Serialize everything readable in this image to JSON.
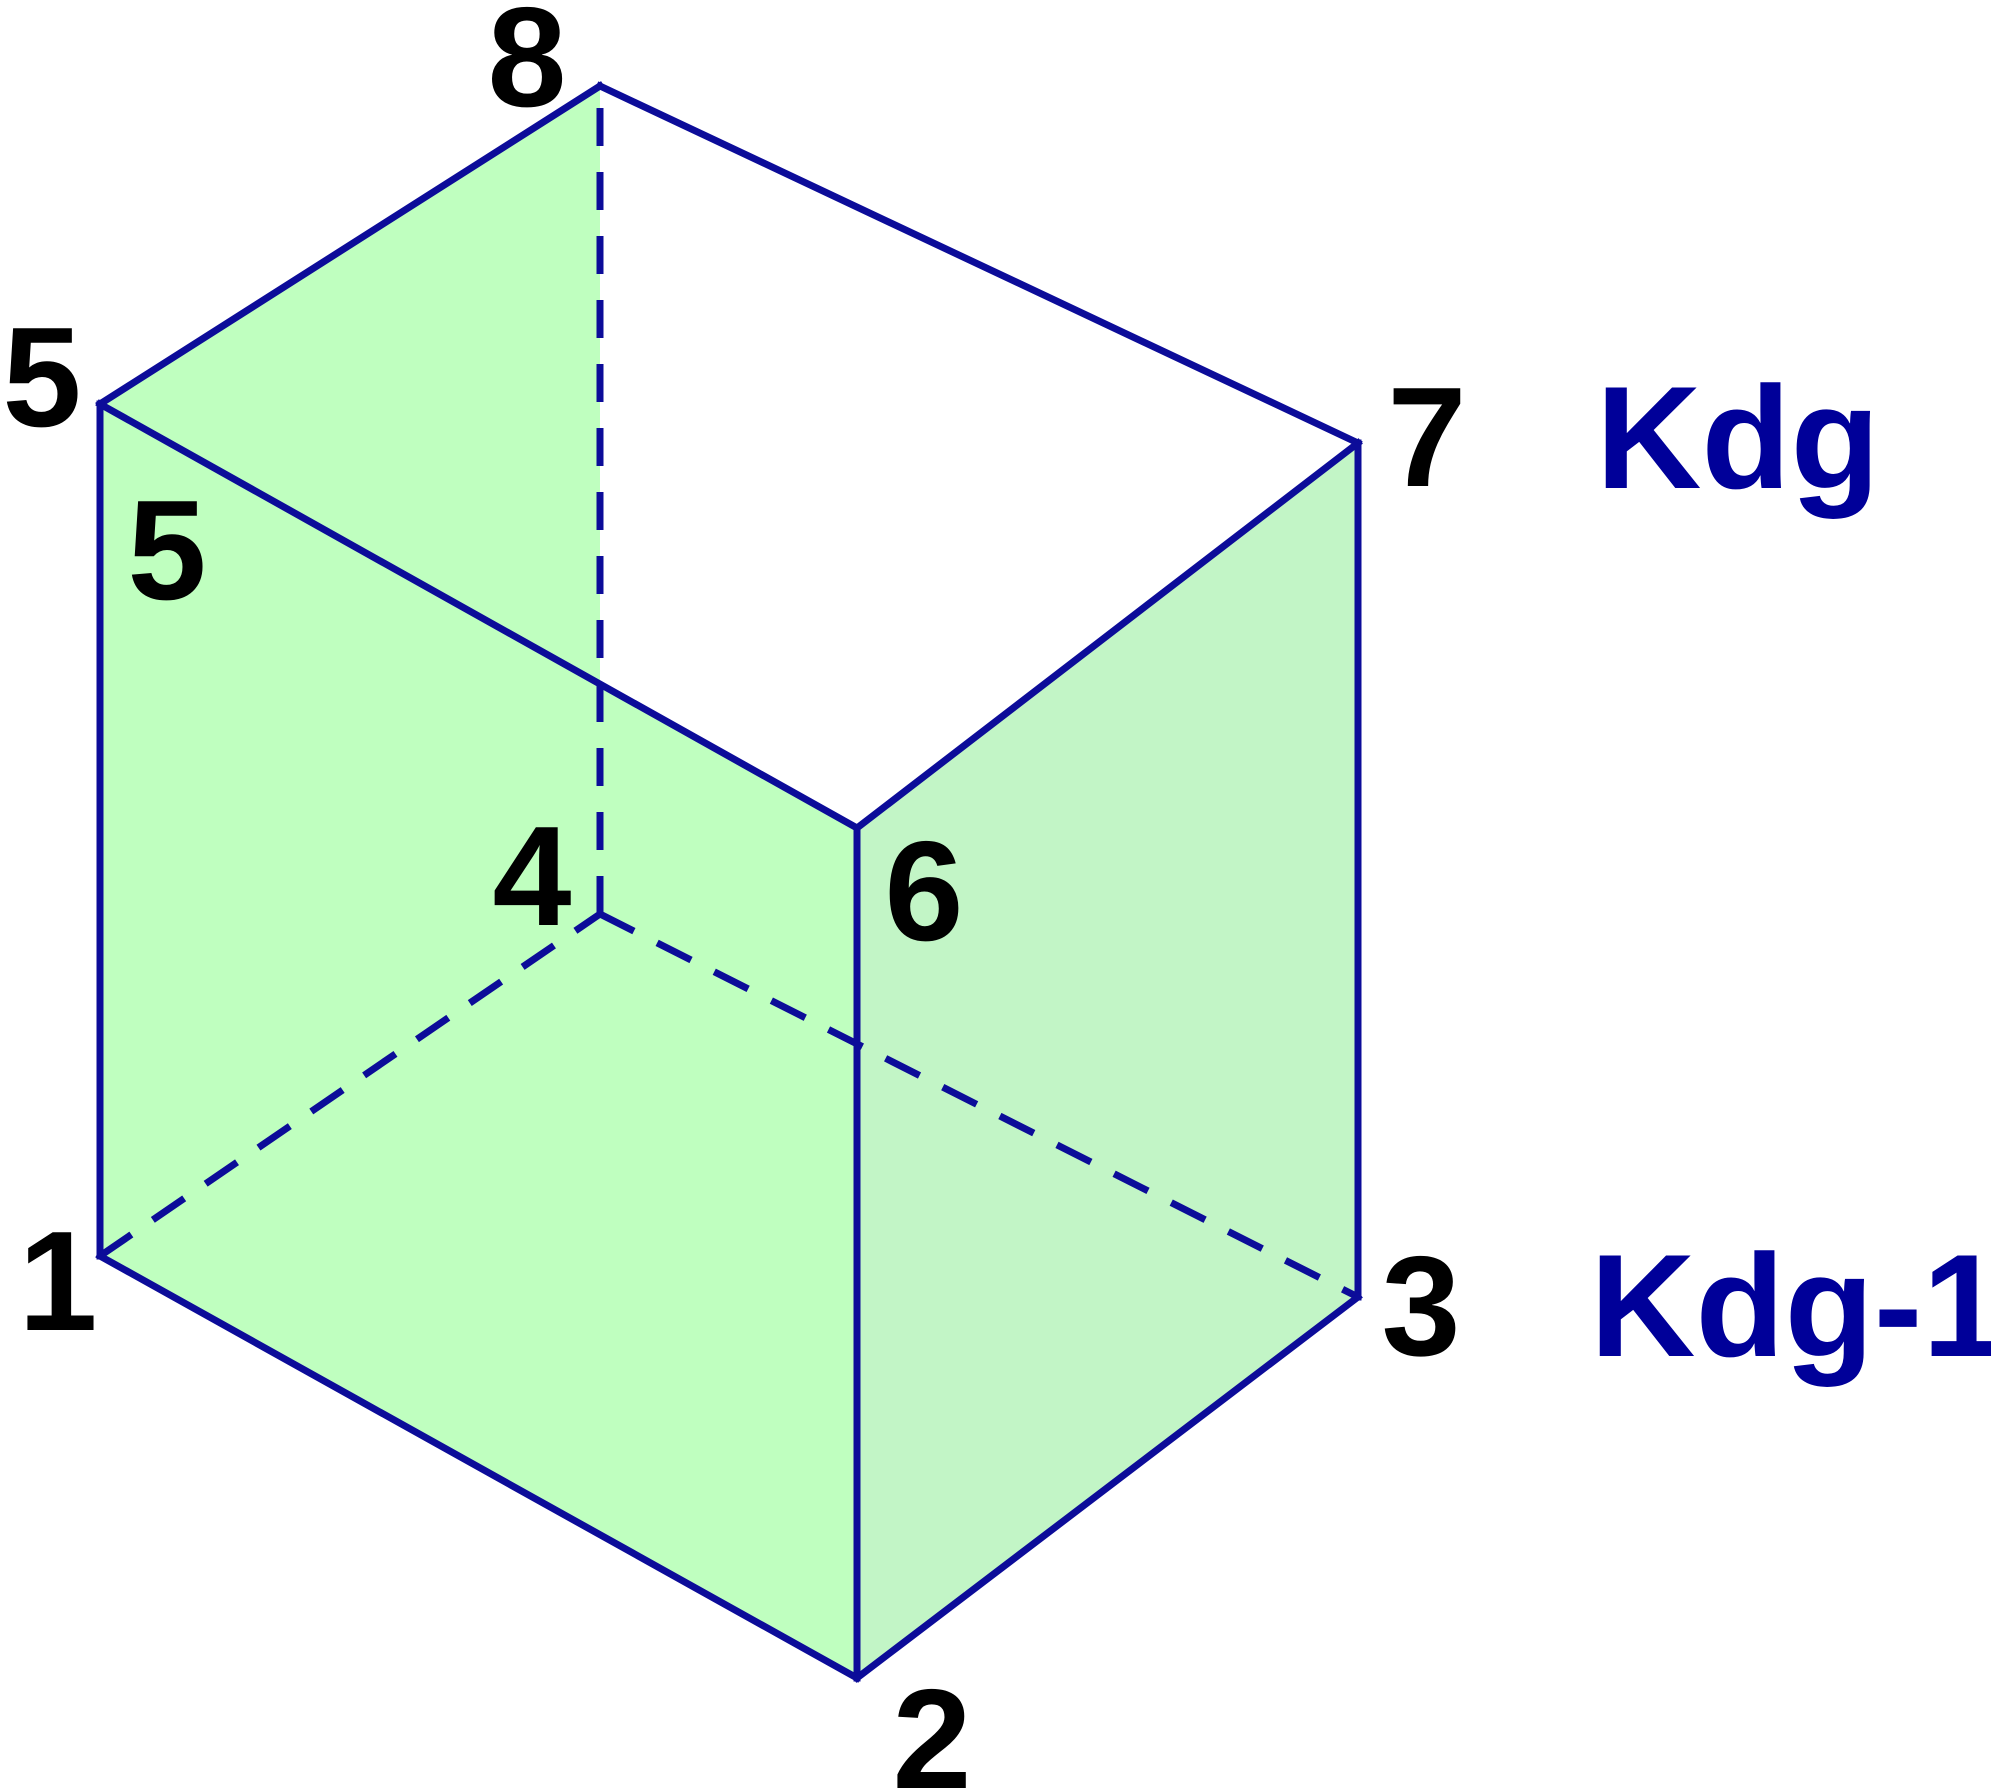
{
  "diagram": {
    "vertices": [
      {
        "id": "1",
        "label": "1"
      },
      {
        "id": "2",
        "label": "2"
      },
      {
        "id": "3",
        "label": "3"
      },
      {
        "id": "4",
        "label": "4"
      },
      {
        "id": "5",
        "label": "5"
      },
      {
        "id": "6",
        "label": "6"
      },
      {
        "id": "7",
        "label": "7"
      },
      {
        "id": "8",
        "label": "8"
      }
    ],
    "face_label": "5",
    "layer_labels": {
      "top": "Kdg",
      "bottom": "Kdg-1"
    },
    "edges": {
      "visible": [
        [
          "1",
          "2"
        ],
        [
          "2",
          "3"
        ],
        [
          "3",
          "7"
        ],
        [
          "7",
          "8"
        ],
        [
          "8",
          "5"
        ],
        [
          "5",
          "1"
        ],
        [
          "5",
          "6"
        ],
        [
          "6",
          "7"
        ],
        [
          "6",
          "2"
        ]
      ],
      "hidden": [
        [
          "1",
          "4"
        ],
        [
          "4",
          "3"
        ],
        [
          "4",
          "8"
        ]
      ]
    },
    "colors": {
      "edge": "#0c0c99",
      "front_face": "#bfffbf",
      "side_face": "#c2f5c6",
      "label": "#000000",
      "layer_label": "#000099"
    }
  }
}
